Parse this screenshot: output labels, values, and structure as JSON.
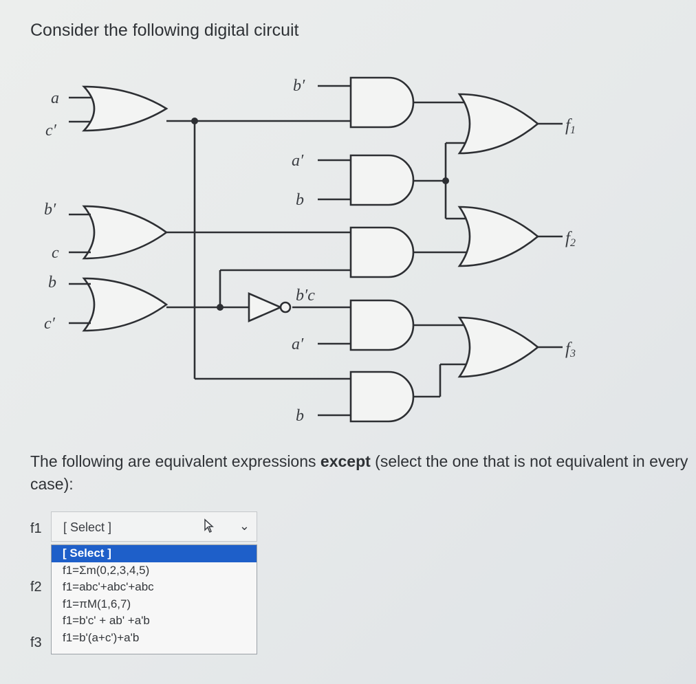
{
  "prompt": {
    "title": "Consider the following digital circuit"
  },
  "circuit": {
    "inputs": {
      "g1_a": "a",
      "g1_b": "c′",
      "g2_a": "b′",
      "g2_b": "c",
      "g3_a": "b",
      "g3_b": "c′",
      "and1_top": "b′",
      "and2_a": "a′",
      "and2_b": "b",
      "inv_out": "b′c",
      "and4_a": "a′",
      "and5_b": "b"
    },
    "outputs": {
      "f1": "f",
      "f1_sub": "1",
      "f2": "f",
      "f2_sub": "2",
      "f3": "f",
      "f3_sub": "3"
    }
  },
  "question": {
    "text_before": "The following are equivalent expressions ",
    "emphasis": "except",
    "text_after": " (select the one that is not equivalent in every case):"
  },
  "rows": {
    "f1": "f1",
    "f2": "f2",
    "f3": "f3"
  },
  "select": {
    "value": "[ Select ]",
    "options": [
      "[ Select ]",
      "f1=Σm(0,2,3,4,5)",
      "f1=abc'+abc'+abc",
      "f1=πM(1,6,7)",
      "f1=b'c' + ab' +a'b",
      "f1=b'(a+c')+a'b"
    ],
    "selected_index": 0
  },
  "colors": {
    "highlight": "#1e5fc9",
    "wire": "#2d2f33",
    "background": "#e8ebec"
  }
}
